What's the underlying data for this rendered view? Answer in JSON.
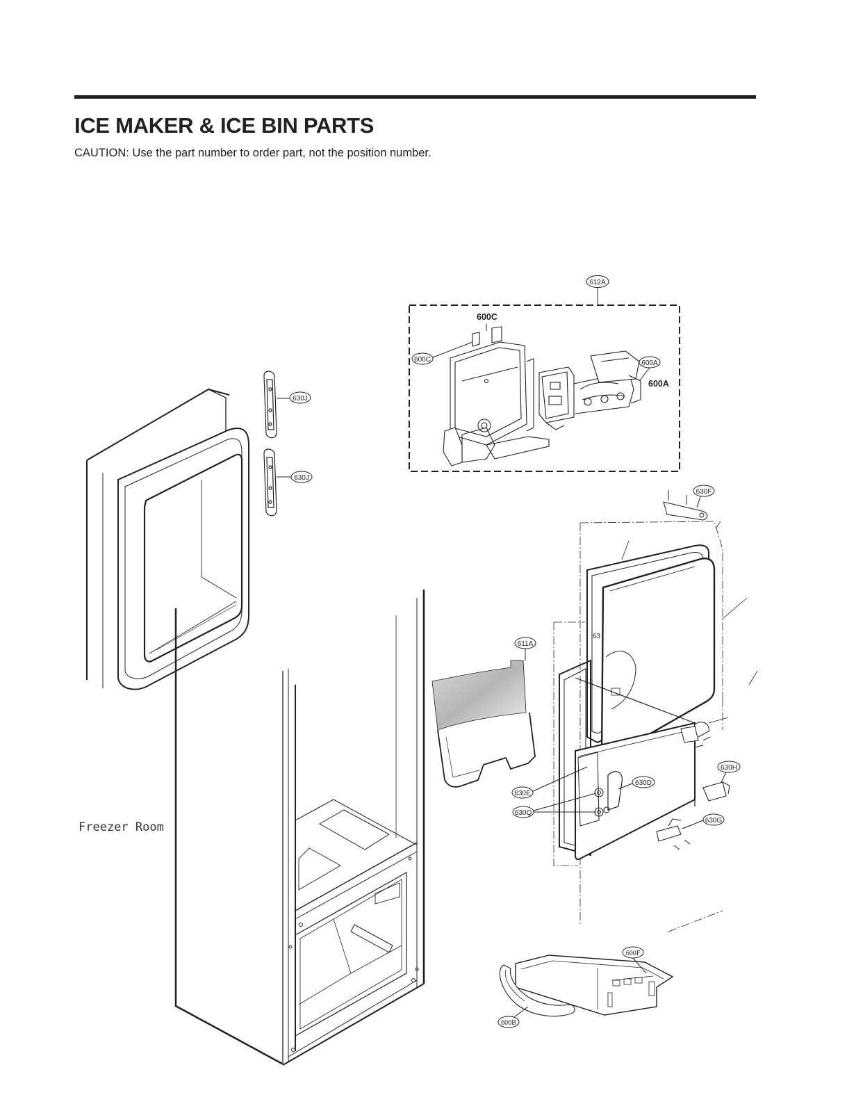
{
  "header": {
    "title": "ICE MAKER & ICE BIN PARTS",
    "caution": "CAUTION: Use the part number to order part, not the position number."
  },
  "callouts": {
    "c612A": "612A",
    "c600C_bold": "600C",
    "c600C": "600C",
    "c600A": "600A",
    "c600A_bold": "600A",
    "c630J_top": "630J",
    "c630J_bottom": "630J",
    "c630F": "630F",
    "c611A": "611A",
    "c63_partial": "63",
    "c630D": "630D",
    "c630E": "630E",
    "c630Q": "630Q",
    "c630H": "630H",
    "c630G": "630G",
    "c600F": "600F",
    "c600B": "600B"
  },
  "labels": {
    "freezer_room": "Freezer Room"
  },
  "colors": {
    "ink": "#231f20",
    "rule": "#231f20",
    "bin_tint": "#c8c8c8"
  }
}
